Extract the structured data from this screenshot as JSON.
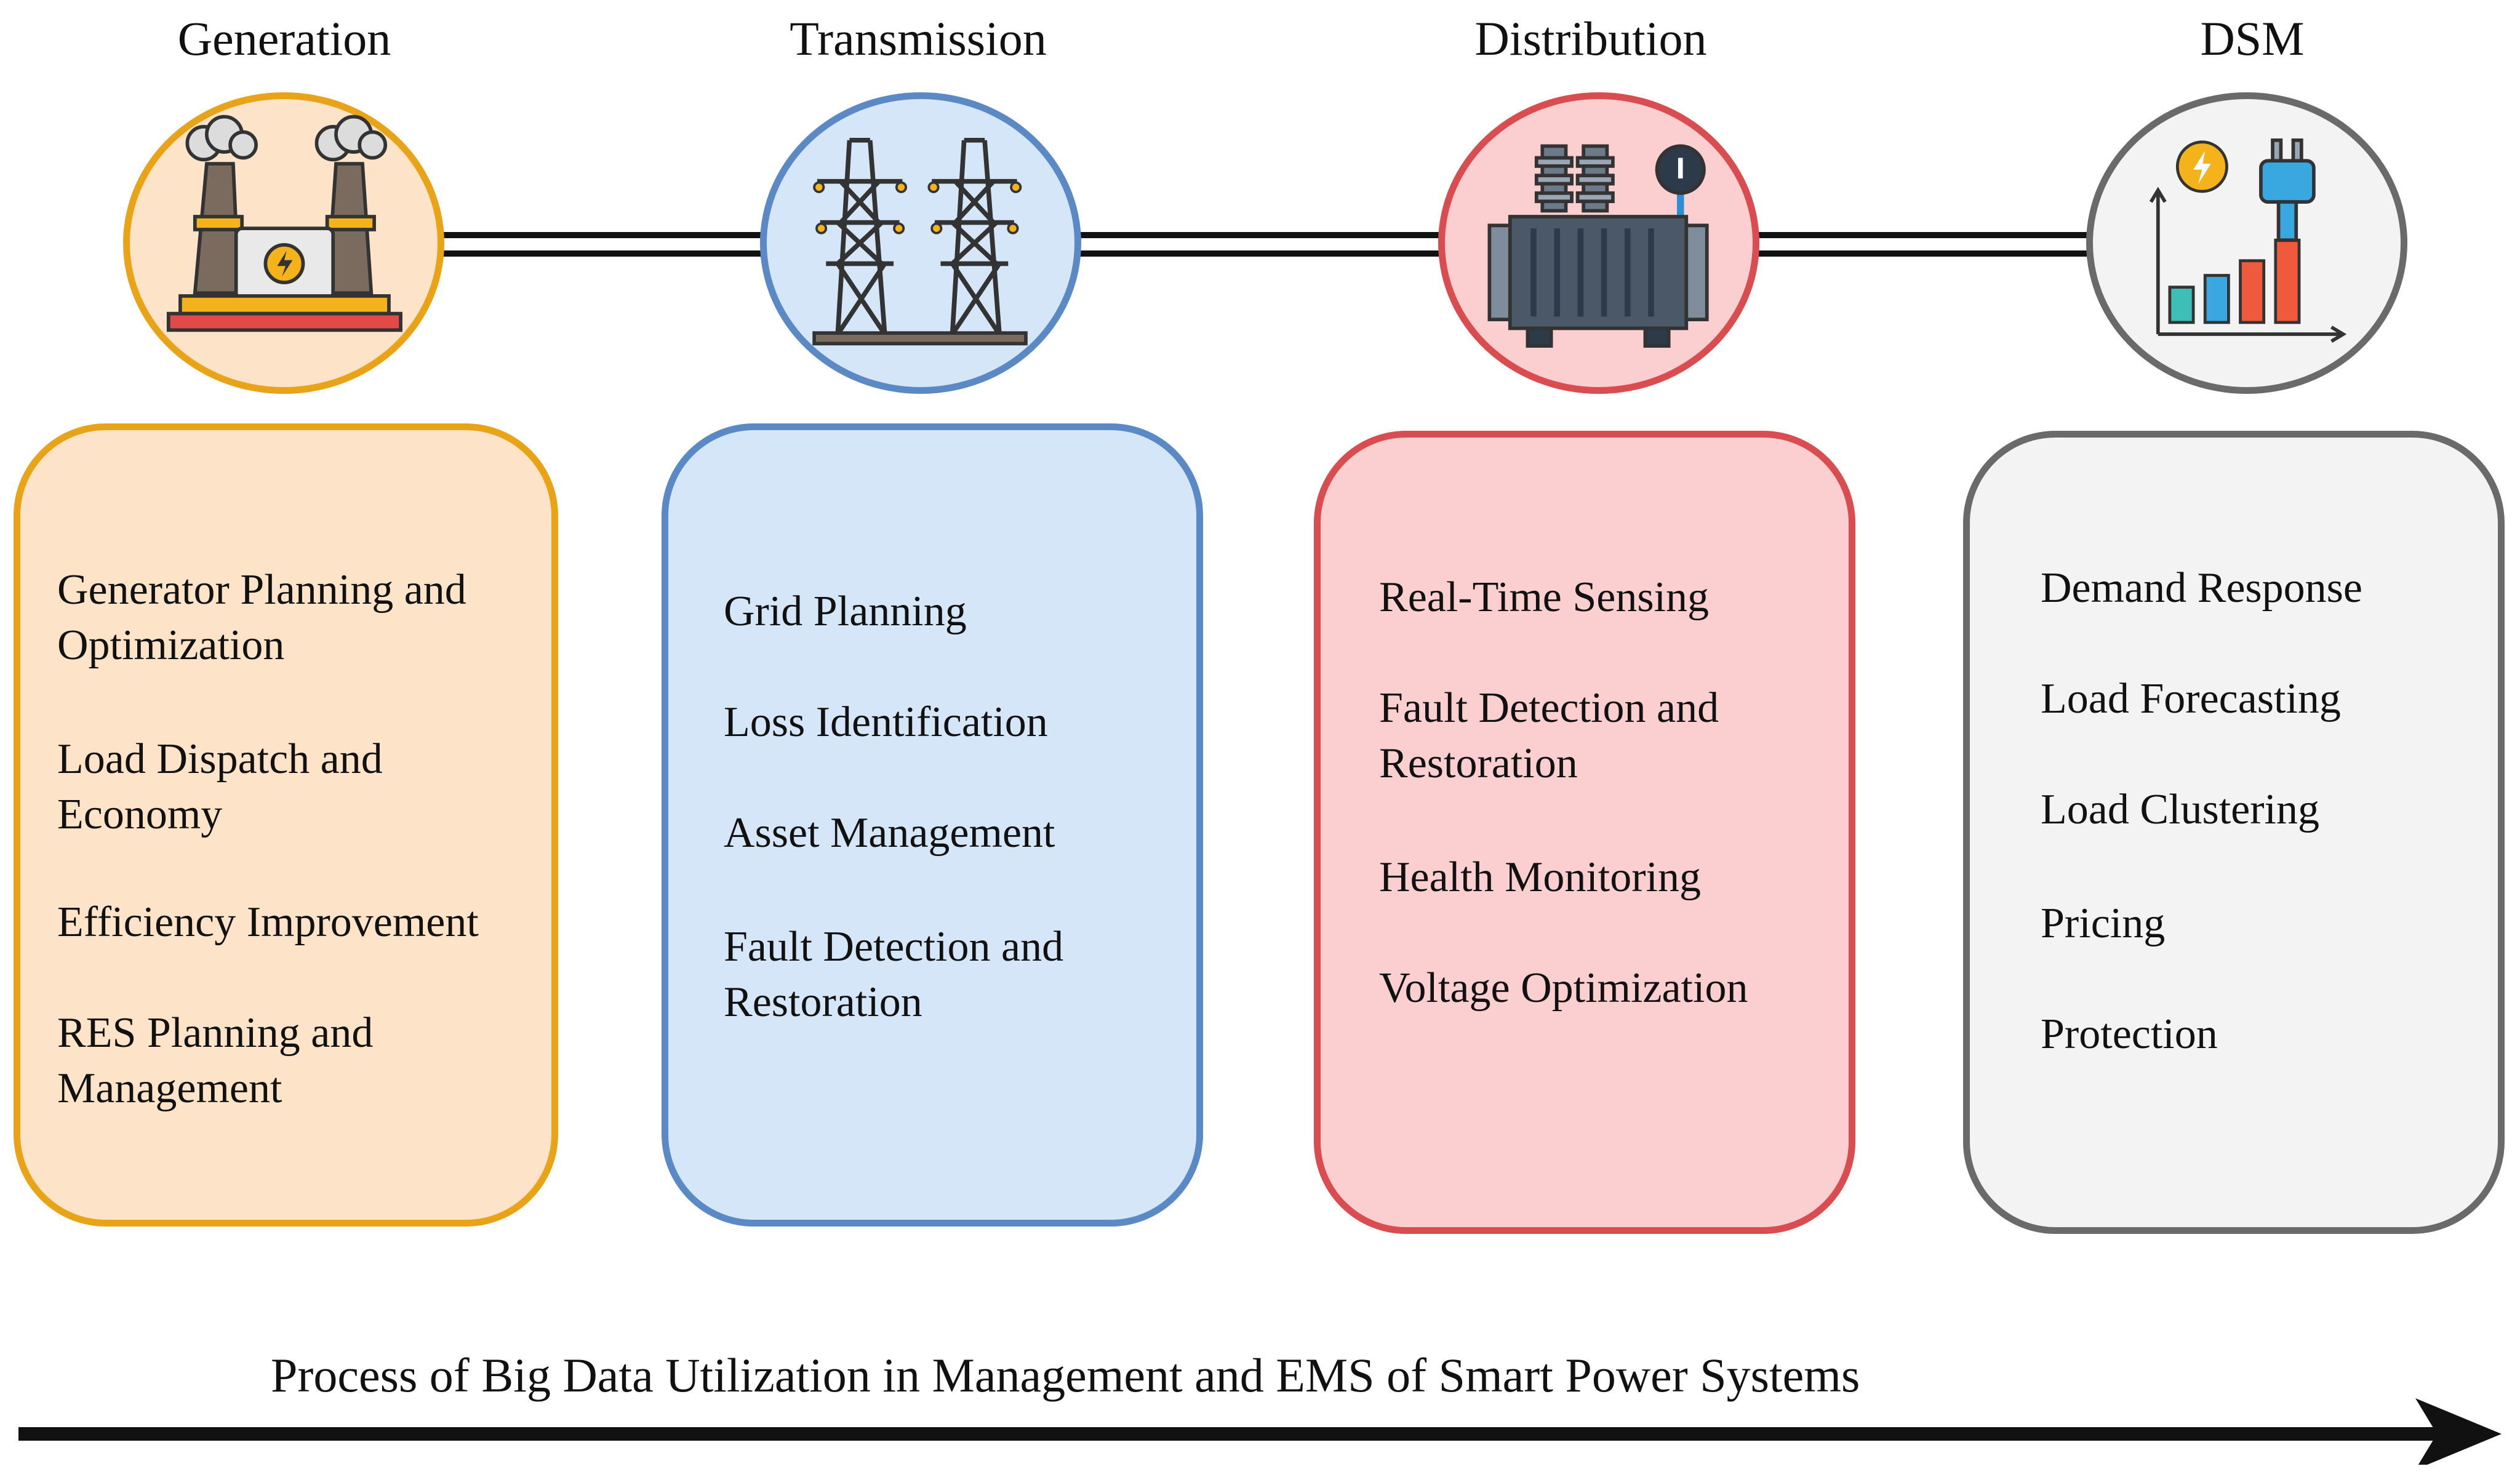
{
  "stages": [
    {
      "title": "Generation",
      "icon": "power-plant-icon",
      "color": "#e8a317",
      "fill": "#fde4c8",
      "items": [
        "Generator Planning and Optimization",
        "Load Dispatch and Economy",
        "Efficiency Improvement",
        "RES Planning and Management"
      ]
    },
    {
      "title": "Transmission",
      "icon": "transmission-tower-icon",
      "color": "#5a89c5",
      "fill": "#d5e6f8",
      "items": [
        "Grid Planning",
        "Loss Identification",
        "Asset Management",
        "Fault Detection and Restoration"
      ]
    },
    {
      "title": "Distribution",
      "icon": "transformer-icon",
      "color": "#d94c4f",
      "fill": "#fbcfcf",
      "items": [
        "Real-Time Sensing",
        "Fault Detection and Restoration",
        "Health Monitoring",
        "Voltage Optimization"
      ]
    },
    {
      "title": "DSM",
      "icon": "smart-plug-chart-icon",
      "color": "#6a6a6a",
      "fill": "#f3f3f3",
      "items": [
        "Demand Response",
        "Load Forecasting",
        "Load Clustering",
        "Pricing",
        "Protection"
      ]
    }
  ],
  "footer": {
    "caption": "Process of Big Data Utilization in Management and EMS of Smart Power Systems"
  }
}
